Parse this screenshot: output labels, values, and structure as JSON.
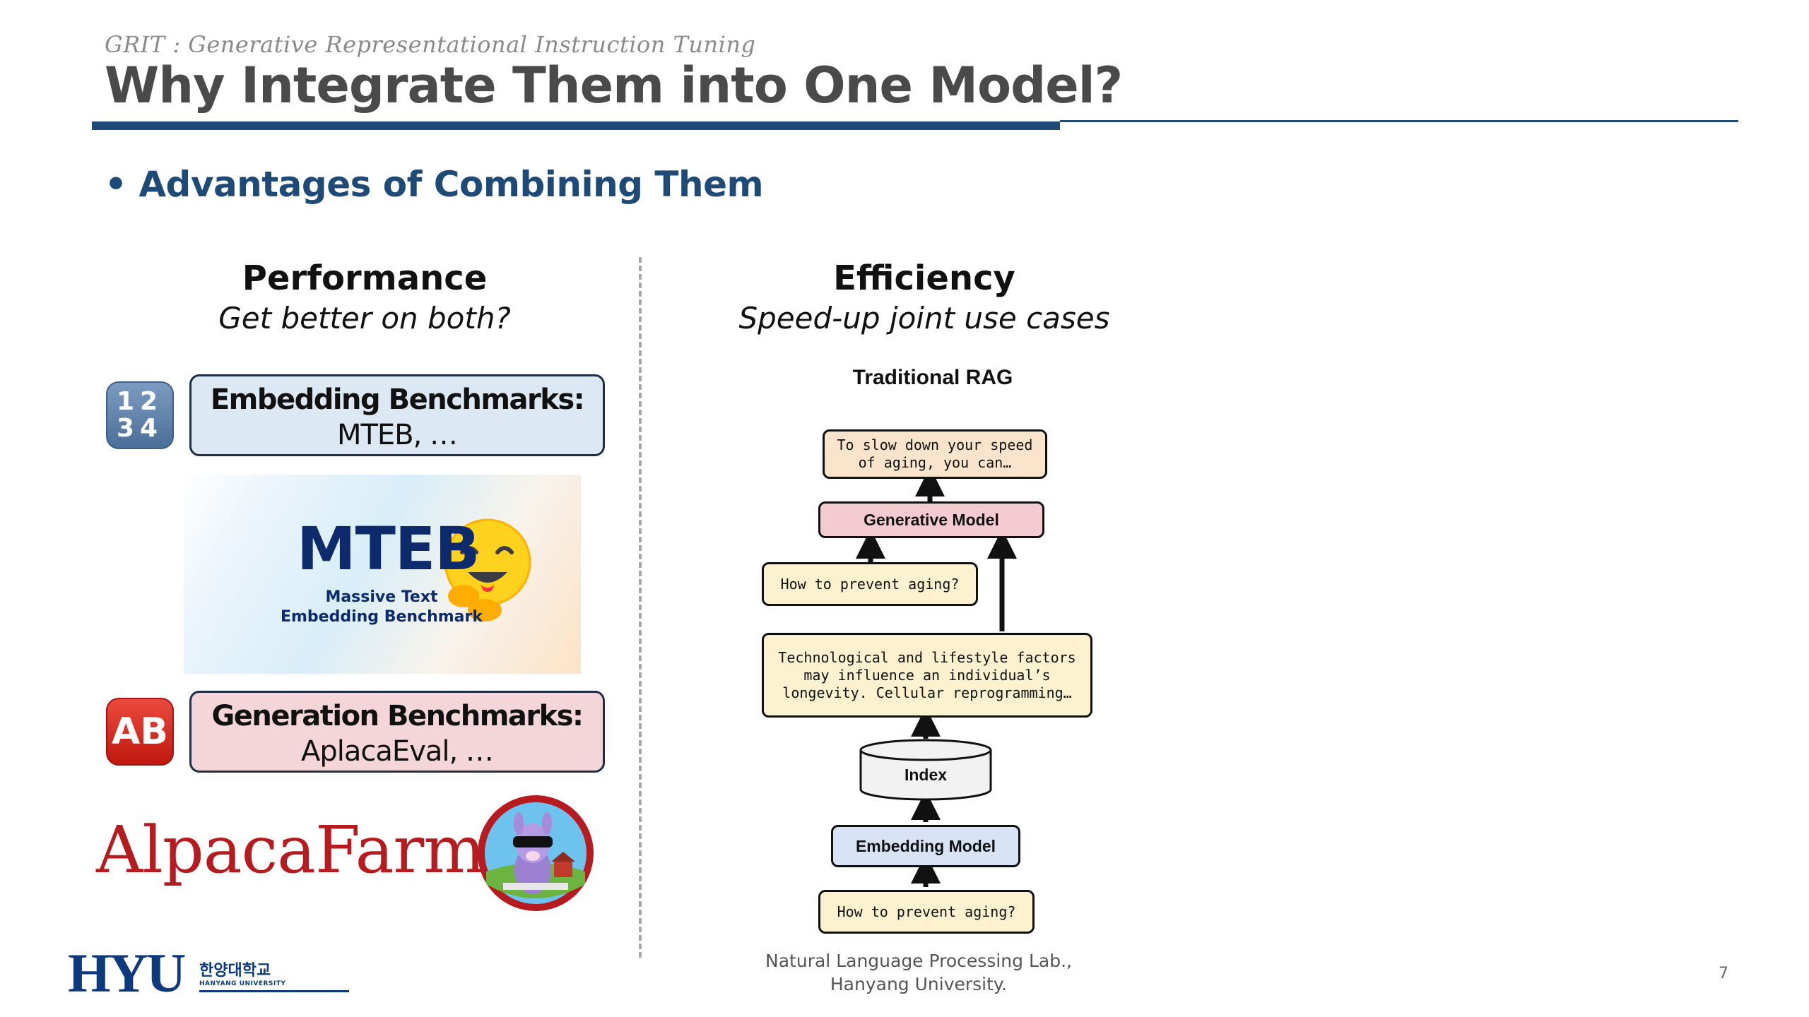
{
  "header": {
    "subtitle": "GRIT : Generative Representational Instruction Tuning",
    "title": "Why Integrate Them into One Model?"
  },
  "bullet": "• Advantages of Combining Them",
  "left": {
    "heading": "Performance",
    "subheading": "Get better on both?",
    "embedding": {
      "icon_text": [
        "12",
        "34"
      ],
      "title": "Embedding Benchmarks:",
      "examples": "MTEB, …"
    },
    "mteb_logo": {
      "word": "MTEB",
      "line1": "Massive Text",
      "line2": "Embedding Benchmark"
    },
    "generation": {
      "icon_text": "AB",
      "title": "Generation Benchmarks:",
      "examples": "AplacaEval, …"
    },
    "alpaca_logo": {
      "word": "AlpacaFarm"
    }
  },
  "right": {
    "heading": "Efficiency",
    "subheading": "Speed-up joint use cases",
    "rag_title": "Traditional RAG",
    "output": "To slow down your speed\nof aging, you can…",
    "generative_model": "Generative Model",
    "query_gen": "How to prevent aging?",
    "document": "Technological and lifestyle factors\nmay influence an individual’s\nlongevity. Cellular reprogramming…",
    "index": "Index",
    "embedding_model": "Embedding Model",
    "query_emb": "How to prevent aging?"
  },
  "footer": {
    "lab_line1": "Natural Language Processing Lab.,",
    "lab_line2": "Hanyang University.",
    "page": "7",
    "logo_letters": "HYU",
    "logo_korean": "한양대학교",
    "logo_english": "HANYANG UNIVERSITY"
  },
  "colors": {
    "accent": "#1e4a78",
    "embedding_fill": "#dce8f3",
    "generation_fill": "#f4d6d8",
    "output_fill": "#fbe4cc",
    "generative_fill": "#f4cbd0",
    "query_fill": "#fdf2cf",
    "embedding_model_fill": "#d8e4f5"
  },
  "icons": [
    "keycap-numbers-icon",
    "ab-button-icon",
    "hugging-face-icon",
    "alpaca-mascot-icon"
  ]
}
